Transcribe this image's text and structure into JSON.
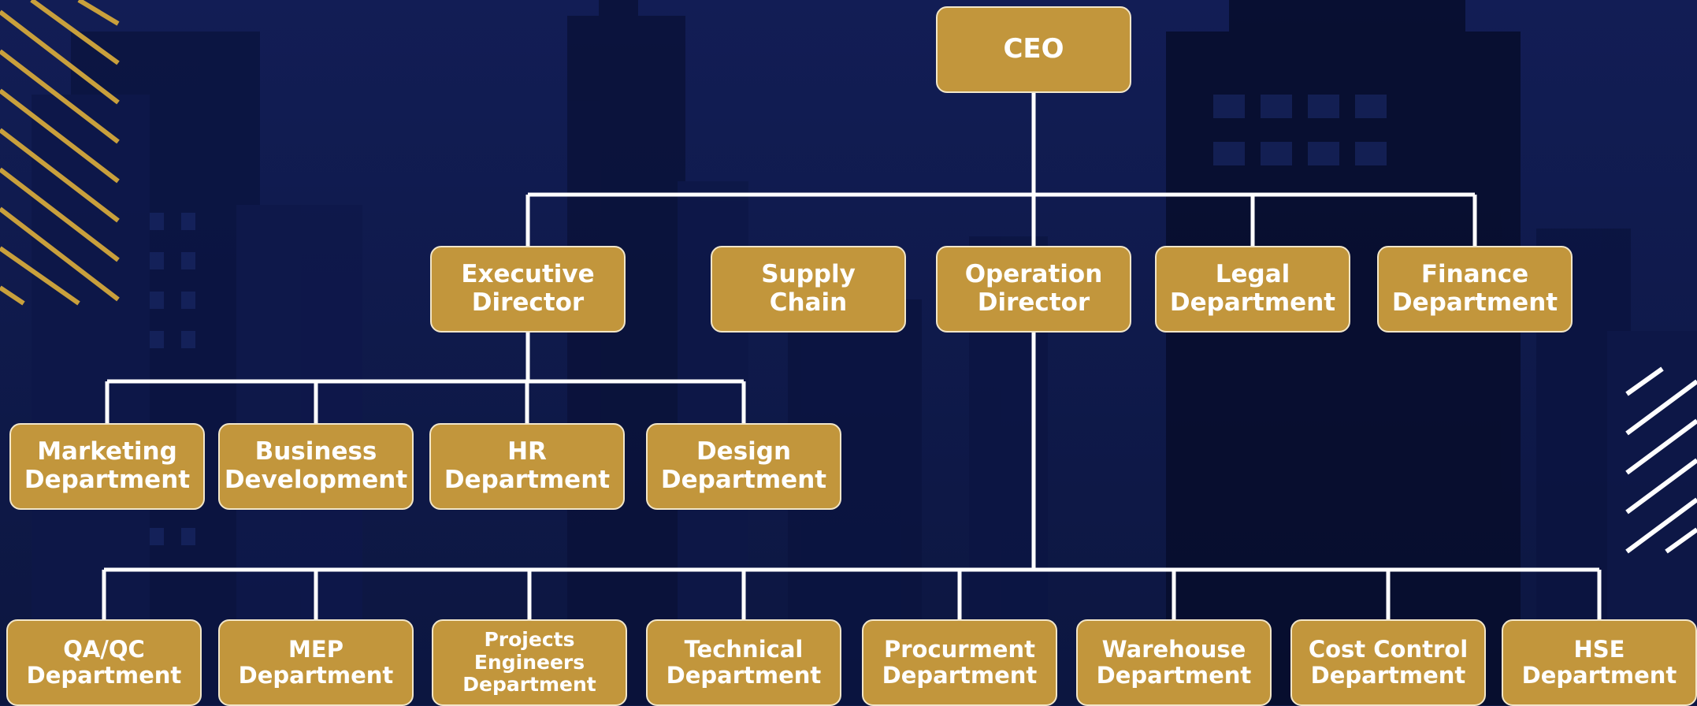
{
  "colors": {
    "background": "#0f1a4a",
    "box_fill": "#c2963c",
    "box_border": "#f2e6c9",
    "connector": "#ffffff",
    "stripes_gold": "#c9a03c",
    "stripes_white": "#ffffff"
  },
  "org_chart": {
    "ceo": {
      "lines": [
        "CEO"
      ]
    },
    "level1": [
      {
        "key": "executive_director",
        "lines": [
          "Executive",
          "Director"
        ]
      },
      {
        "key": "supply_chain",
        "lines": [
          "Supply",
          "Chain"
        ]
      },
      {
        "key": "operation_director",
        "lines": [
          "Operation",
          "Director"
        ]
      },
      {
        "key": "legal_department",
        "lines": [
          "Legal",
          "Department"
        ]
      },
      {
        "key": "finance_department",
        "lines": [
          "Finance",
          "Department"
        ]
      }
    ],
    "executive_reports": [
      {
        "key": "marketing_department",
        "lines": [
          "Marketing",
          "Department"
        ]
      },
      {
        "key": "business_development",
        "lines": [
          "Business",
          "Development"
        ]
      },
      {
        "key": "hr_department",
        "lines": [
          "HR",
          "Department"
        ]
      },
      {
        "key": "design_department",
        "lines": [
          "Design",
          "Department"
        ]
      }
    ],
    "operation_reports": [
      {
        "key": "qaqc_department",
        "lines": [
          "QA/QC",
          "Department"
        ]
      },
      {
        "key": "mep_department",
        "lines": [
          "MEP",
          "Department"
        ]
      },
      {
        "key": "projects_engineers_department",
        "lines": [
          "Projects",
          "Engineers",
          "Department"
        ]
      },
      {
        "key": "technical_department",
        "lines": [
          "Technical",
          "Department"
        ]
      },
      {
        "key": "procurment_department",
        "lines": [
          "Procurment",
          "Department"
        ]
      },
      {
        "key": "warehouse_department",
        "lines": [
          "Warehouse",
          "Department"
        ]
      },
      {
        "key": "cost_control_department",
        "lines": [
          "Cost Control",
          "Department"
        ]
      },
      {
        "key": "hse_department",
        "lines": [
          "HSE",
          "Department"
        ]
      }
    ]
  }
}
